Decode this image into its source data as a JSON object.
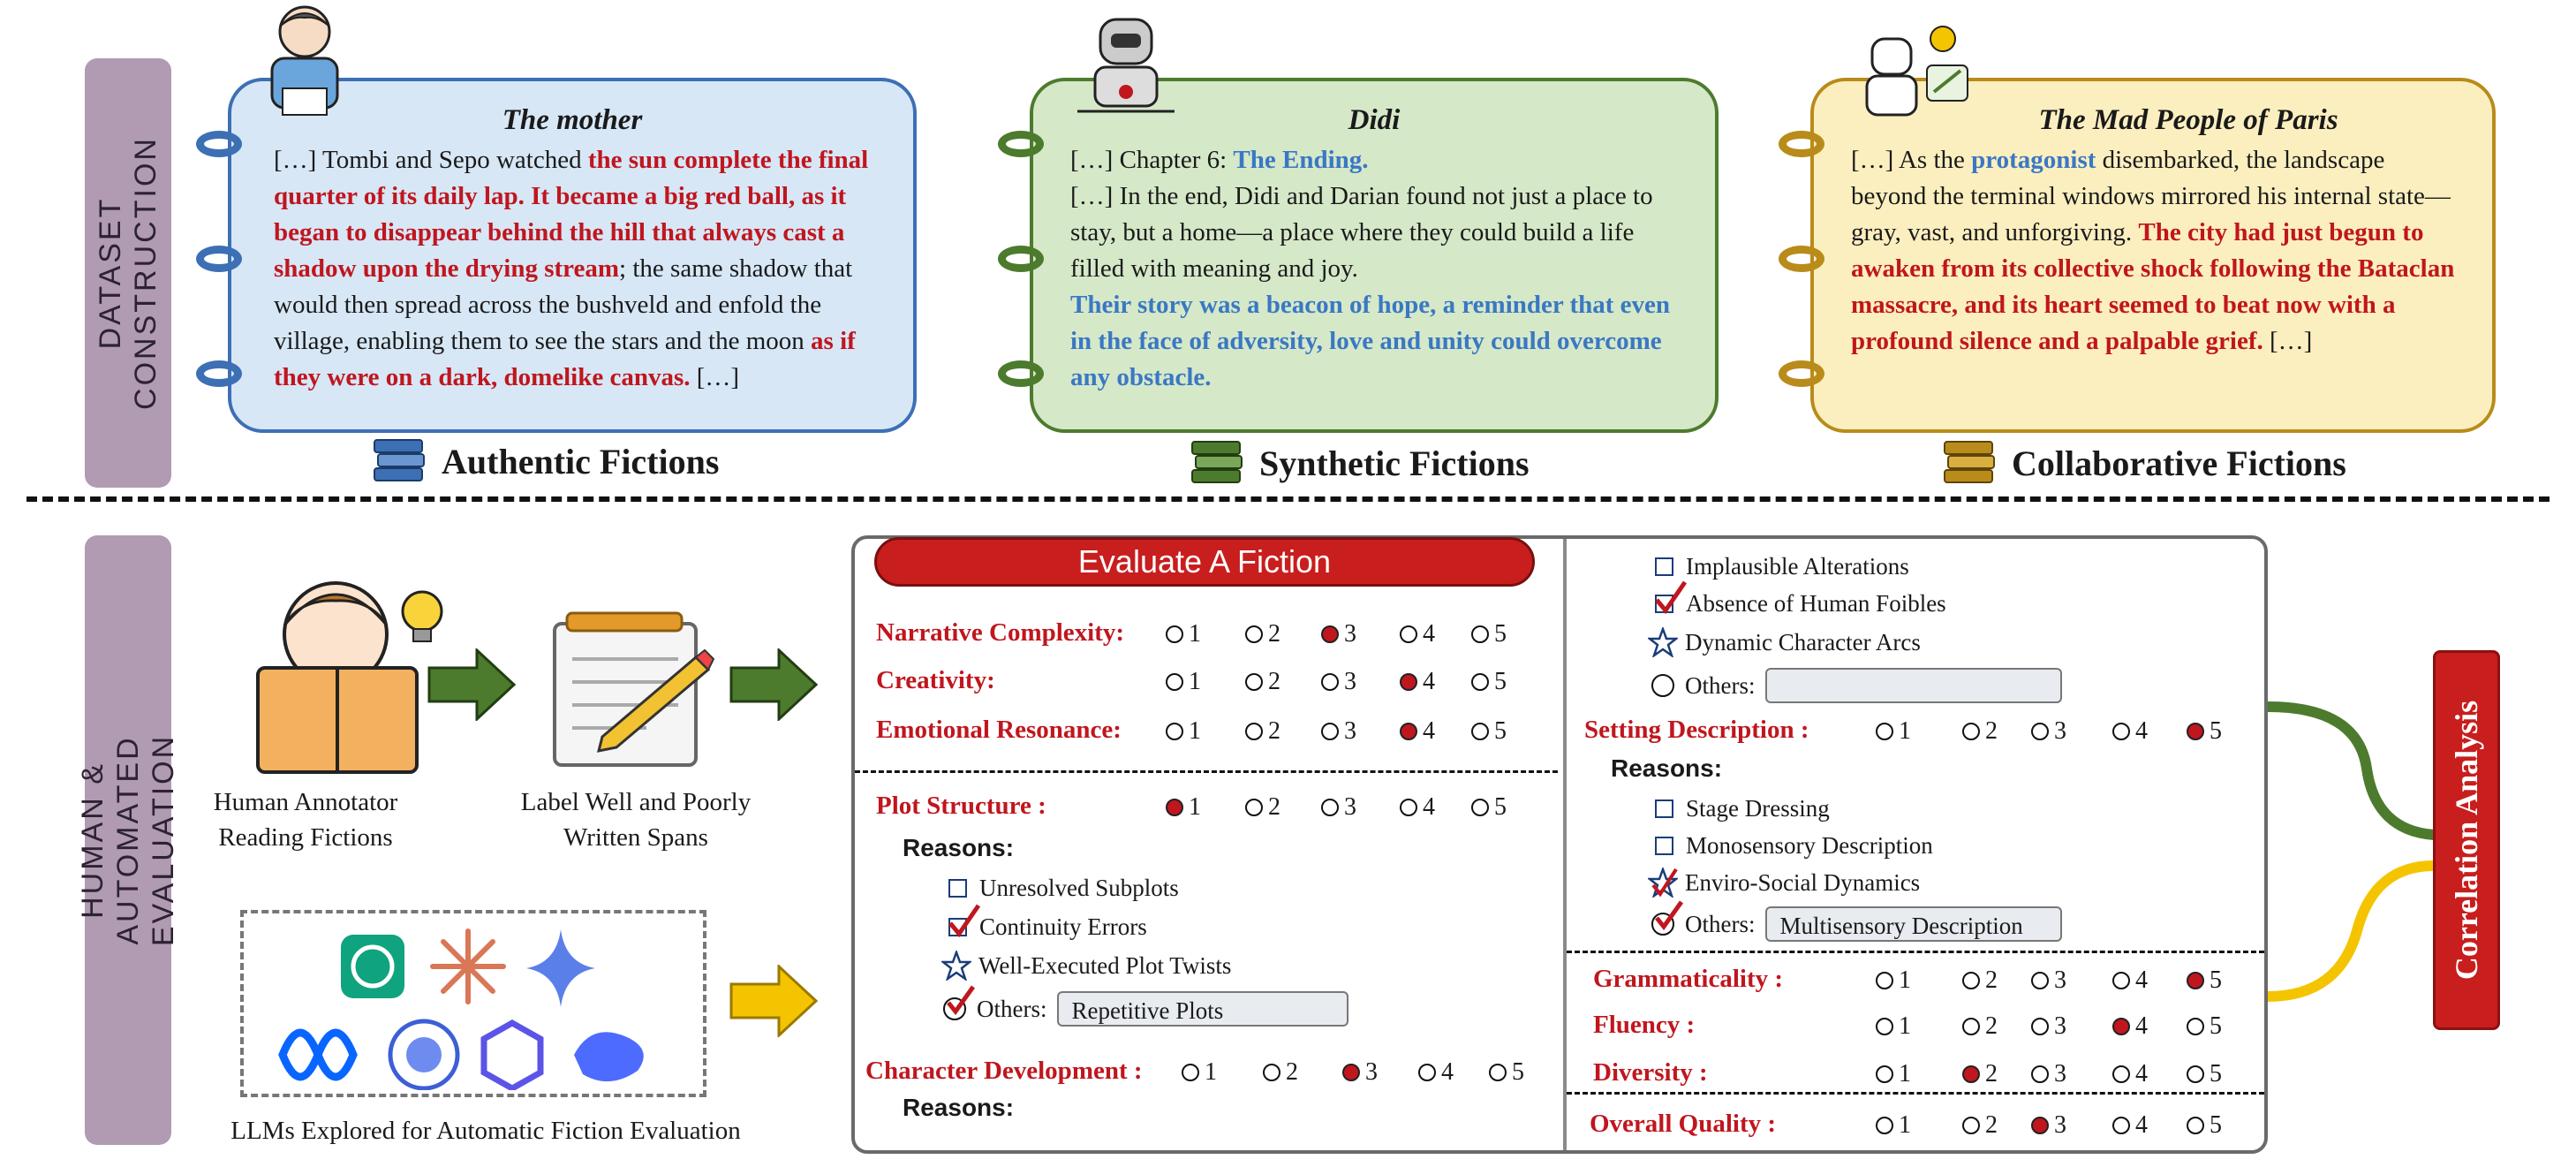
{
  "sections": {
    "top": "DATASET CONSTRUCTION",
    "bottom": "HUMAN & AUTOMATED EVALUATION"
  },
  "cards": {
    "authentic": {
      "title": "The mother",
      "p1": "[…] Tombi and Sepo watched ",
      "h1": "the sun complete the final quarter of its daily lap. It became a big red ball, as it began to disappear behind the hill that always cast a shadow upon the drying stream",
      "p2": "; the same shadow that would then spread across the bushveld and enfold the village, enabling them to see the stars and the moon ",
      "h2": "as if they were on a dark, domelike canvas.",
      "p3": " […]",
      "label": "Authentic Fictions"
    },
    "synthetic": {
      "title": "Didi",
      "p1": "[…] Chapter 6: ",
      "b1": "The Ending.",
      "p2": "[…] In the end, Didi and Darian found not just a place to stay, but a home—a place where they could build a life filled with meaning and joy.",
      "b2": "Their story was a beacon of hope, a reminder that even in the face of adversity, love and unity could overcome any obstacle.",
      "label": "Synthetic Fictions"
    },
    "collaborative": {
      "title": "The Mad People of Paris",
      "p1": "[…] As the ",
      "b1": "protagonist",
      "p2": " disembarked, the landscape beyond the terminal windows mirrored his internal state—gray, vast, and unforgiving. ",
      "h1": "The city had just begun to awaken from its collective shock following the Bataclan massacre, and its heart seemed to beat now with a profound silence and a palpable grief.",
      "p3": " […]",
      "label": "Collaborative Fictions"
    }
  },
  "pipeline": {
    "annotator": "Human Annotator Reading Fictions",
    "label": "Label Well and Poorly Written Spans",
    "llms": "LLMs Explored for Automatic Fiction Evaluation"
  },
  "form": {
    "header": "Evaluate A Fiction",
    "reasons_label": "Reasons:",
    "others_label": "Others:",
    "scale": [
      "1",
      "2",
      "3",
      "4",
      "5"
    ],
    "criteria": [
      {
        "name": "Narrative Complexity:",
        "selected": 3
      },
      {
        "name": "Creativity:",
        "selected": 4
      },
      {
        "name": "Emotional Resonance:",
        "selected": 4
      },
      {
        "name": "Plot Structure :",
        "selected": 1
      },
      {
        "name": "Character Development :",
        "selected": 3
      },
      {
        "name": "Setting Description :",
        "selected": 5
      },
      {
        "name": "Grammaticality :",
        "selected": 5
      },
      {
        "name": "Fluency :",
        "selected": 4
      },
      {
        "name": "Diversity :",
        "selected": 2
      },
      {
        "name": "Overall Quality :",
        "selected": 3
      }
    ],
    "plot_reasons": [
      "Unresolved Subplots",
      "Continuity Errors",
      "Well-Executed Plot Twists"
    ],
    "plot_other": "Repetitive Plots",
    "character_reasons": [
      "Implausible Alterations",
      "Absence of Human Foibles",
      "Dynamic Character Arcs"
    ],
    "setting_reasons": [
      "Stage Dressing",
      "Monosensory Description",
      "Enviro-Social Dynamics"
    ],
    "setting_other": "Multisensory Description"
  },
  "correlation": "Correlation Analysis",
  "colors": {
    "red": "#c0161e",
    "blue": "#3a78c4",
    "green": "#4d7b2e",
    "yellow": "#f5c400"
  }
}
